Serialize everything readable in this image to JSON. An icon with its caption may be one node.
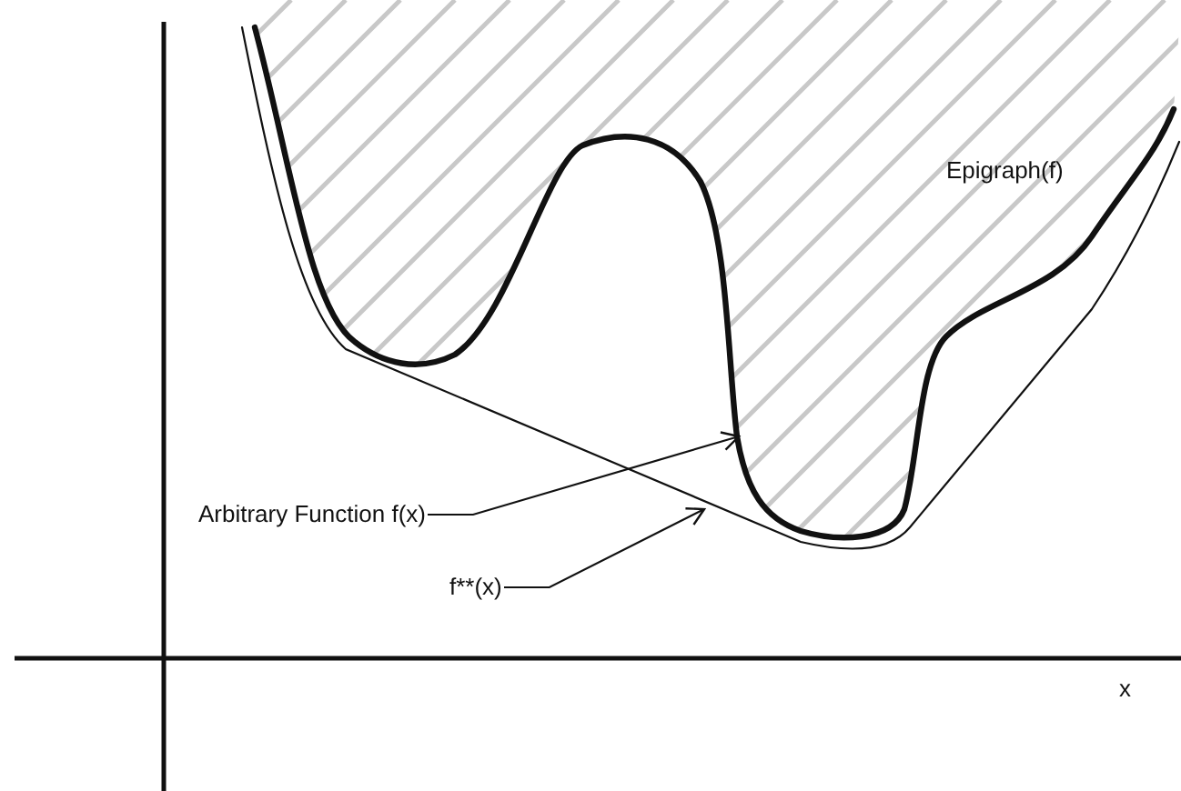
{
  "diagram": {
    "nodes": [
      {
        "text": [
          "Arbitrary Function f(x)"
        ]
      },
      {
        "text": [],
        "shape": "curve"
      },
      {
        "text": [
          "f**(x)"
        ]
      },
      {
        "text": [],
        "shape": "curve"
      }
    ],
    "edges": [
      {
        "from": 0,
        "to": 1,
        "arrow": "to"
      },
      {
        "from": 2,
        "to": 3,
        "arrow": "to"
      }
    ],
    "labels": [
      "Epigraph(f)",
      "x"
    ]
  }
}
